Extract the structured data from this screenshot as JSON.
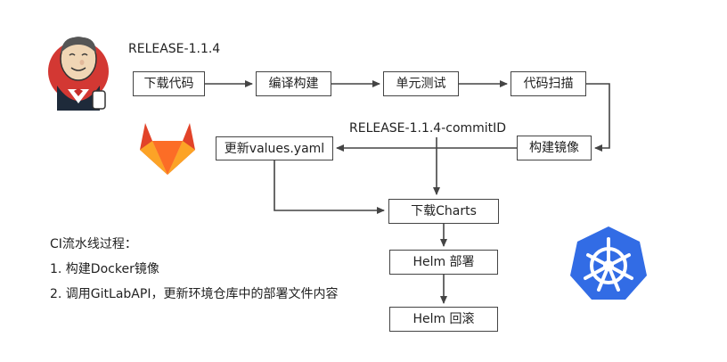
{
  "labels": {
    "release": "RELEASE-1.1.4",
    "release_commit": "RELEASE-1.1.4-commitID"
  },
  "steps": {
    "download_code": "下载代码",
    "compile_build": "编译构建",
    "unit_test": "单元测试",
    "code_scan": "代码扫描",
    "build_image": "构建镜像",
    "update_values": "更新values.yaml",
    "download_charts": "下载Charts",
    "helm_deploy": "Helm 部署",
    "helm_rollback": "Helm 回滚"
  },
  "notes": {
    "title": "CI流水线过程：",
    "item1": "1. 构建Docker镜像",
    "item2": "2. 调用GitLabAPI，更新环境仓库中的部署文件内容"
  },
  "icons": [
    "jenkins-logo",
    "gitlab-logo",
    "kubernetes-logo"
  ],
  "colors": {
    "gitlab_orange": "#FC6D26",
    "gitlab_red": "#E24329",
    "k8s_blue": "#326CE5",
    "jenkins_red": "#D33833"
  }
}
